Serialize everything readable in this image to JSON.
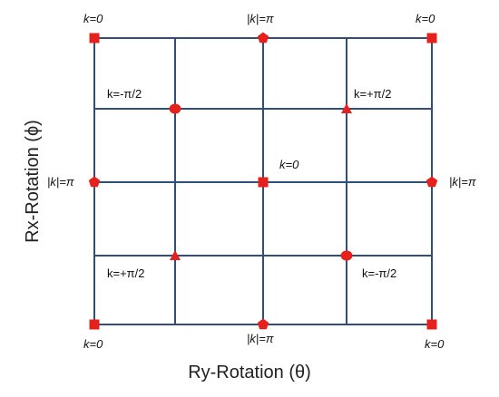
{
  "diagram": {
    "x_axis_label": "Ry-Rotation  (θ)",
    "y_axis_label": "Rx-Rotation  (ϕ)",
    "colors": {
      "grid": "#2f4f7a",
      "marker": "#e8201c",
      "text": "#111111"
    },
    "grid_size": 4,
    "markers": [
      {
        "shape": "square",
        "col": 0,
        "row": 0
      },
      {
        "shape": "pentagon",
        "col": 2,
        "row": 0
      },
      {
        "shape": "square",
        "col": 4,
        "row": 0
      },
      {
        "shape": "circle",
        "col": 1,
        "row": 1
      },
      {
        "shape": "triangle",
        "col": 3,
        "row": 1
      },
      {
        "shape": "pentagon",
        "col": 0,
        "row": 2
      },
      {
        "shape": "square",
        "col": 2,
        "row": 2
      },
      {
        "shape": "pentagon",
        "col": 4,
        "row": 2
      },
      {
        "shape": "triangle",
        "col": 1,
        "row": 3
      },
      {
        "shape": "circle",
        "col": 3,
        "row": 3
      },
      {
        "shape": "square",
        "col": 0,
        "row": 4
      },
      {
        "shape": "pentagon",
        "col": 2,
        "row": 4
      },
      {
        "shape": "square",
        "col": 4,
        "row": 4
      }
    ],
    "labels": {
      "top_left": "k=0",
      "top_center": "|k|=π",
      "top_right": "k=0",
      "upper_left": "k=-π/2",
      "upper_right": "k=+π/2",
      "mid_left": "|k|=π",
      "center": "k=0",
      "mid_right": "|k|=π",
      "lower_left": "k=+π/2",
      "lower_right": "k=-π/2",
      "bottom_left": "k=0",
      "bottom_center": "|k|=π",
      "bottom_right": "k=0"
    }
  }
}
